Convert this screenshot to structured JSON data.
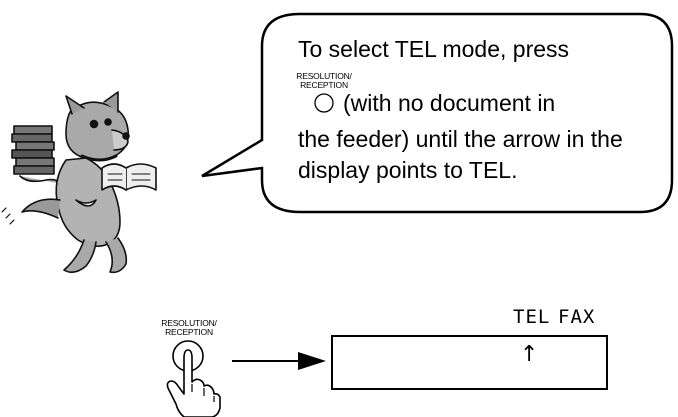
{
  "bubble": {
    "line1": "To select TEL mode, press",
    "key_label_1": "RESOLUTION/",
    "key_label_2": "RECEPTION",
    "line2_after_key": "(with no document in",
    "line3": "the feeder) until the arrow in the",
    "line4": "display points to TEL."
  },
  "panel": {
    "key_label_1": "RESOLUTION/",
    "key_label_2": "RECEPTION",
    "display_label_tel": "TEL",
    "display_label_fax": "FAX",
    "display_pointer": "↑"
  },
  "icons": {
    "mascot": "dog-carrying-books-icon",
    "button": "round-key-icon",
    "finger": "pressing-finger-icon",
    "arrow": "right-arrow-icon"
  }
}
